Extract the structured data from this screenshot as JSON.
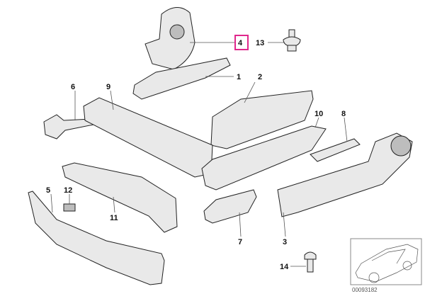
{
  "diagram": {
    "highlight_color": "#e0288c",
    "callouts": [
      {
        "id": "4",
        "highlighted": true
      },
      {
        "id": "13"
      },
      {
        "id": "1"
      },
      {
        "id": "2"
      },
      {
        "id": "6"
      },
      {
        "id": "9"
      },
      {
        "id": "10"
      },
      {
        "id": "8"
      },
      {
        "id": "5"
      },
      {
        "id": "12"
      },
      {
        "id": "11"
      },
      {
        "id": "7"
      },
      {
        "id": "3"
      },
      {
        "id": "14"
      }
    ],
    "thumbnail_code": "00093182"
  }
}
